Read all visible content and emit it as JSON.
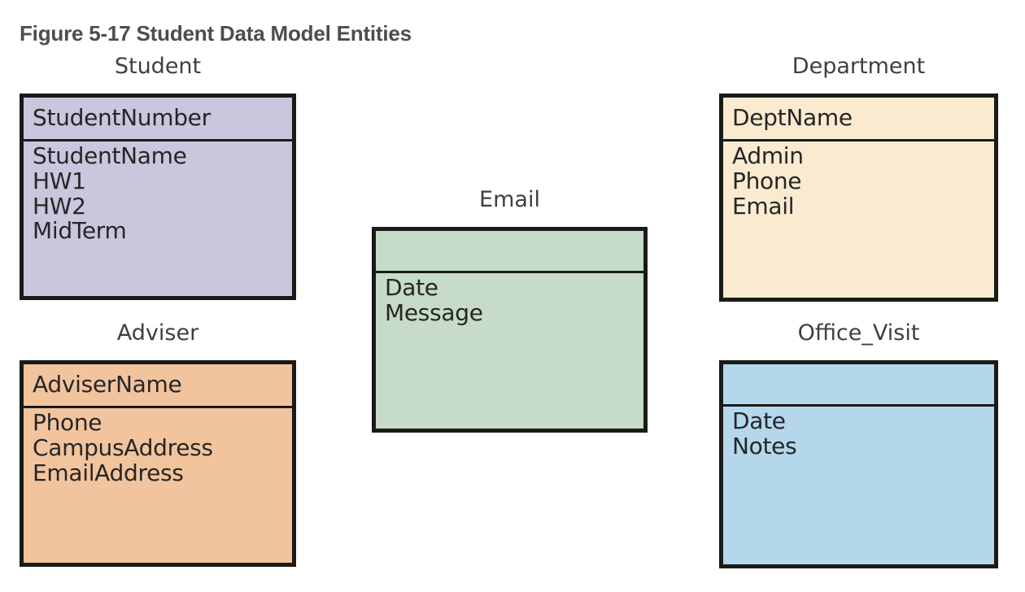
{
  "figure": {
    "caption": "Figure 5-17 Student Data Model Entities"
  },
  "diagram_data": {
    "type": "entity-relationship-diagram",
    "notation": "entity boxes with identifier compartment on top and attribute compartment below",
    "background": "#ffffff",
    "border_color": "#1a1a18",
    "entities": [
      {
        "name": "Student",
        "fill": "#c8c7de",
        "key": "StudentNumber",
        "attributes": [
          "StudentName",
          "HW1",
          "HW2",
          "MidTerm"
        ]
      },
      {
        "name": "Adviser",
        "fill": "#f2c49d",
        "key": "AdviserName",
        "attributes": [
          "Phone",
          "CampusAddress",
          "EmailAddress"
        ]
      },
      {
        "name": "Email",
        "fill": "#c6dbc8",
        "key": "",
        "attributes": [
          "Date",
          "Message"
        ]
      },
      {
        "name": "Department",
        "fill": "#faebd0",
        "key": "DeptName",
        "attributes": [
          "Admin",
          "Phone",
          "Email"
        ]
      },
      {
        "name": "Office_Visit",
        "fill": "#b4d7ec",
        "key": "",
        "attributes": [
          "Date",
          "Notes"
        ]
      }
    ]
  }
}
